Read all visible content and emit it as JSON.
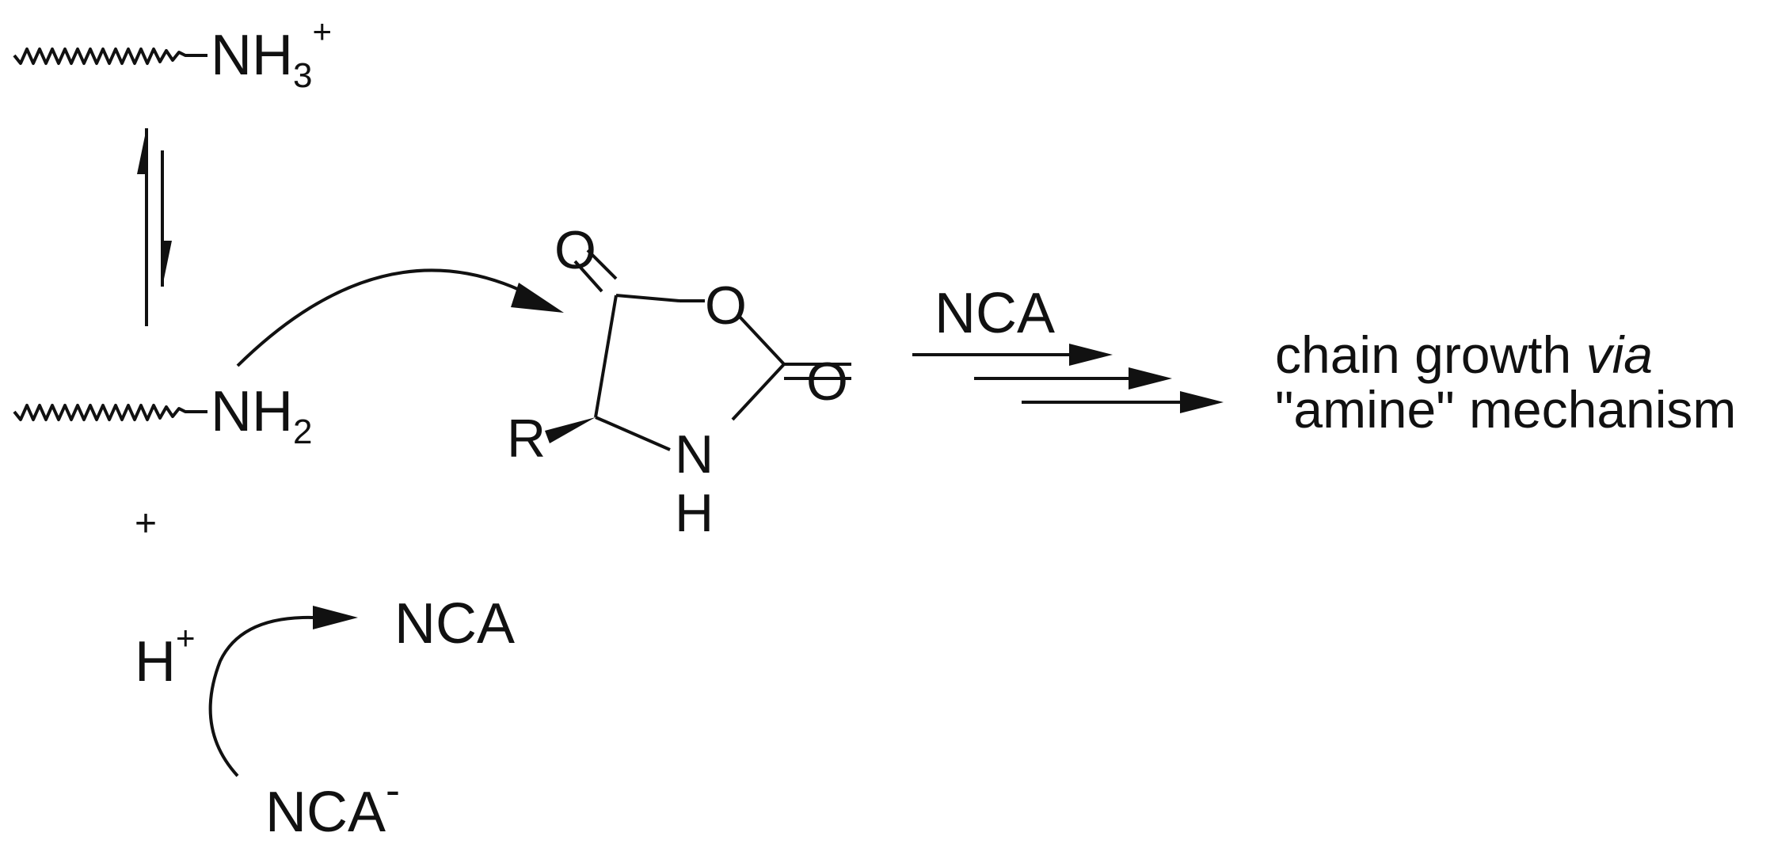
{
  "species": {
    "ammonium": {
      "group": "NH",
      "sub": "3",
      "charge": "+"
    },
    "amine": {
      "group": "NH",
      "sub": "2"
    },
    "plus": "+",
    "proton": {
      "symbol": "H",
      "charge": "+"
    },
    "nca_top": "NCA",
    "nca_bottom": "NCA",
    "nca_anion": {
      "symbol": "NCA",
      "charge": "-"
    }
  },
  "nca_ring": {
    "carbonyl_o_top": "O",
    "ring_o": "O",
    "carbonyl_o_right": "O",
    "n": "N",
    "h": "H",
    "r_group": "R"
  },
  "outcome": {
    "line1_text": "chain growth ",
    "line1_italic": "via",
    "line2": "\"amine\" mechanism"
  }
}
